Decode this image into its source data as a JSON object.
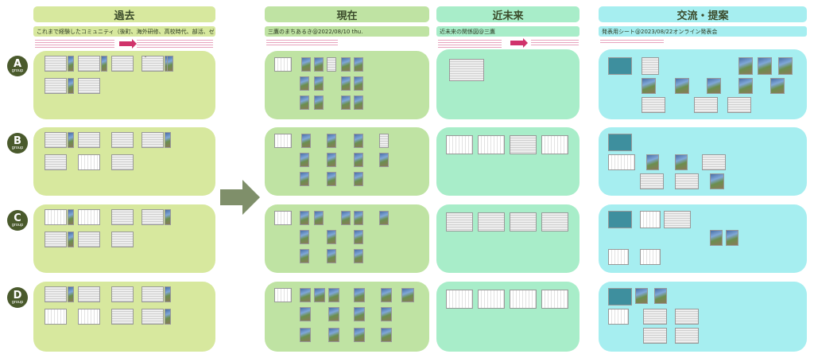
{
  "columns": {
    "past": {
      "title": "過去",
      "subtitle": "これまで経験したコミュニティ（後町、海外研修、高校時代、部活、ゼミ...）"
    },
    "present": {
      "title": "現在",
      "subtitle": "三鷹のまちあるき@2022/08/10 thu."
    },
    "near_future": {
      "title": "近未来",
      "subtitle": "近未来の関係図@三鷹"
    },
    "exchange": {
      "title": "交流・提案",
      "subtitle": "発表用シート@2023/08/22オンライン発表会"
    }
  },
  "groups": [
    {
      "letter": "A",
      "label": "group"
    },
    {
      "letter": "B",
      "label": "group"
    },
    {
      "letter": "C",
      "label": "group"
    },
    {
      "letter": "D",
      "label": "group"
    }
  ],
  "colors": {
    "olive_panel": "#d7e89e",
    "green_panel": "#bfe3a3",
    "mint_panel": "#a8edc9",
    "cyan_panel": "#a6eef0",
    "badge": "#4a5a2c",
    "accent_pink": "#d0336b",
    "flow_arrow": "#7f8f6a"
  },
  "icons": [
    "flow-arrow-icon",
    "pink-arrow-icon"
  ]
}
